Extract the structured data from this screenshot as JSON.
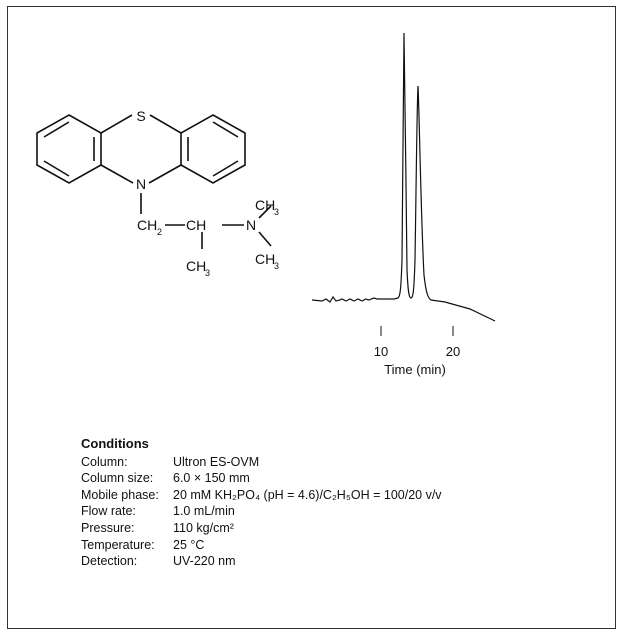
{
  "structure": {
    "atom_s": "S",
    "atom_n_ring": "N",
    "ch2": "CH",
    "ch2_sub": "2",
    "ch": "CH",
    "atom_n_amine": "N",
    "ch3_top": "CH",
    "ch3_top_sub": "3",
    "ch3_right": "CH",
    "ch3_right_sub": "3",
    "ch3_bottom": "CH",
    "ch3_bottom_sub": "3"
  },
  "chromatogram": {
    "tick_labels": [
      "10",
      "20"
    ],
    "xlabel": "Time (min)",
    "peaks": [
      {
        "time_min": 13.3,
        "relative_height": 1.0
      },
      {
        "time_min": 15.1,
        "relative_height": 0.78
      }
    ]
  },
  "conditions": {
    "title": "Conditions",
    "rows": [
      {
        "label": "Column:",
        "value": "Ultron ES-OVM"
      },
      {
        "label": "Column size:",
        "value": "6.0 × 150 mm"
      },
      {
        "label": "Mobile phase:",
        "value": "20 mM KH₂PO₄ (pH = 4.6)/C₂H₅OH = 100/20 v/v"
      },
      {
        "label": "Flow rate:",
        "value": "1.0 mL/min"
      },
      {
        "label": "Pressure:",
        "value": "110 kg/cm²"
      },
      {
        "label": "Temperature:",
        "value": "25 °C"
      },
      {
        "label": "Detection:",
        "value": "UV-220 nm"
      }
    ]
  }
}
